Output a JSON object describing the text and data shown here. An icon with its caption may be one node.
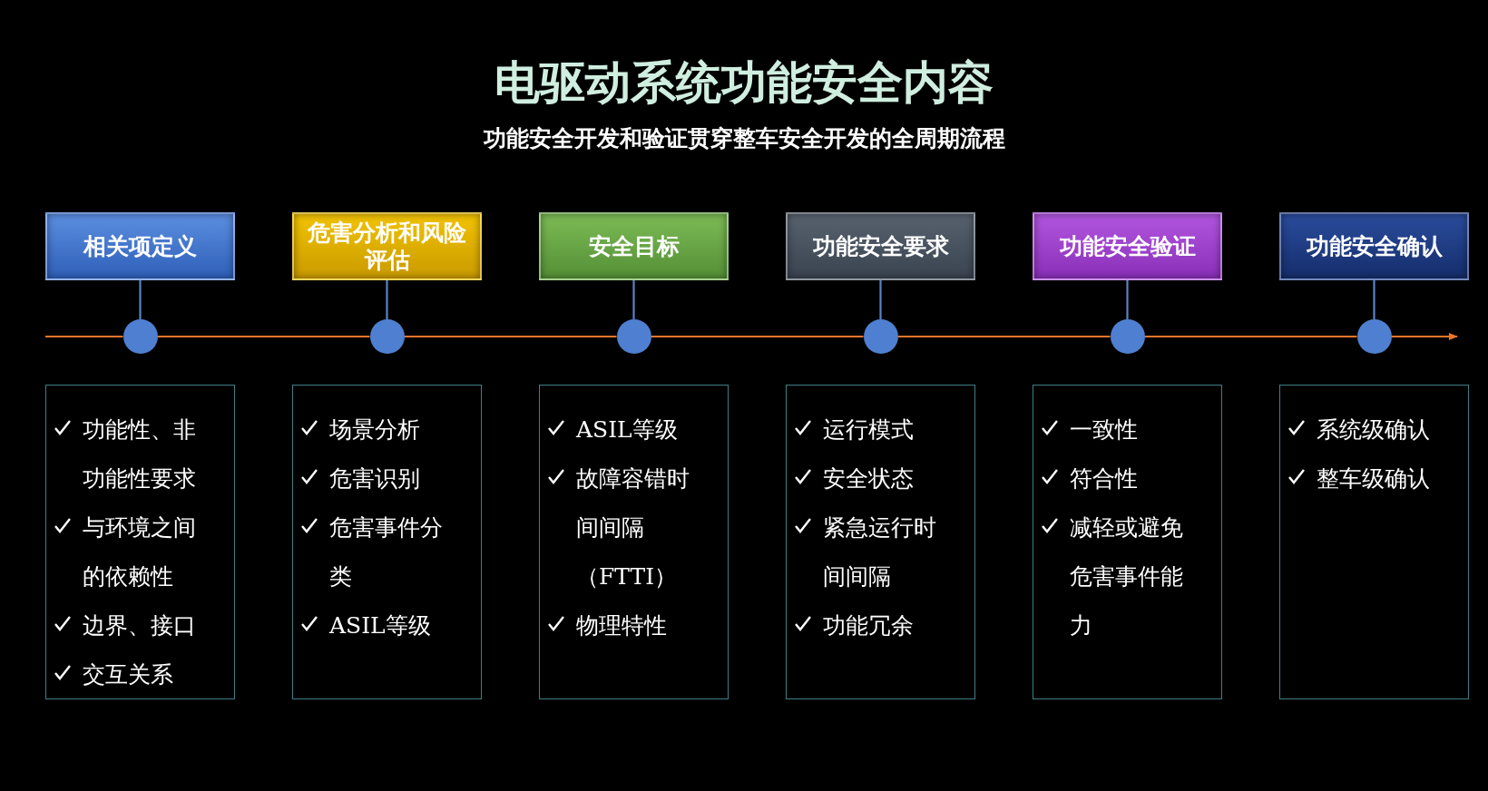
{
  "diagram": {
    "title": "电驱动系统功能安全内容",
    "caption": "功能安全开发和验证贯穿整车安全开发的全周期流程",
    "nodes": [
      {
        "text": [
          "相关项定义"
        ]
      },
      {
        "text": [
          "危害分析和风险评估"
        ]
      },
      {
        "text": [
          "安全目标"
        ]
      },
      {
        "text": [
          "功能安全要求"
        ]
      },
      {
        "text": [
          "功能安全验证"
        ]
      },
      {
        "text": [
          "功能安全确认"
        ]
      },
      {
        "text": [],
        "shape": "circle"
      },
      {
        "text": [],
        "shape": "circle"
      },
      {
        "text": [],
        "shape": "circle"
      },
      {
        "text": [],
        "shape": "circle"
      },
      {
        "text": [],
        "shape": "circle"
      },
      {
        "text": [],
        "shape": "circle"
      },
      {
        "text": [
          "功能性、非功能性要求",
          "与环境之间的依赖性",
          "边界、接口",
          "交互关系"
        ]
      },
      {
        "text": [
          "场景分析",
          "危害识别",
          "危害事件分类",
          "ASIL等级"
        ]
      },
      {
        "text": [
          "ASIL等级",
          "故障容错时间间隔（FTTI）",
          "物理特性"
        ]
      },
      {
        "text": [
          "运行模式",
          "安全状态",
          "紧急运行时间间隔",
          "功能冗余"
        ]
      },
      {
        "text": [
          "一致性",
          "符合性",
          "减轻或避免危害事件能力"
        ]
      },
      {
        "text": [
          "系统级确认",
          "整车级确认"
        ]
      }
    ],
    "edges": [
      {
        "from": 0,
        "to": 6,
        "arrow": "none",
        "color": "#5b82c8"
      },
      {
        "from": 1,
        "to": 7,
        "arrow": "none",
        "color": "#5b82c8"
      },
      {
        "from": 2,
        "to": 8,
        "arrow": "none",
        "color": "#5b82c8"
      },
      {
        "from": 3,
        "to": 9,
        "arrow": "none",
        "color": "#5b82c8"
      },
      {
        "from": 4,
        "to": 10,
        "arrow": "none",
        "color": "#5b82c8"
      },
      {
        "from": 5,
        "to": 11,
        "arrow": "none",
        "color": "#5b82c8"
      },
      {
        "from": null,
        "to": 6,
        "arrow": "none"
      },
      {
        "from": 6,
        "to": 7,
        "arrow": "none"
      },
      {
        "from": 7,
        "to": 8,
        "arrow": "none"
      },
      {
        "from": 8,
        "to": 9,
        "arrow": "none"
      },
      {
        "from": 9,
        "to": 10,
        "arrow": "none"
      },
      {
        "from": 10,
        "to": 11,
        "arrow": "none"
      },
      {
        "from": 11,
        "to": null,
        "arrow": "to"
      }
    ]
  }
}
